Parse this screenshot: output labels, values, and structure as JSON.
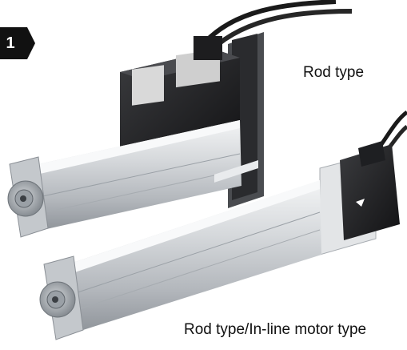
{
  "badge": {
    "text": "1"
  },
  "labels": {
    "rod_type": "Rod type",
    "inline_type": "Rod type/In-line motor type"
  },
  "colors": {
    "badge": "#111111",
    "aluminum_light": "#e6e8ea",
    "aluminum_mid": "#b9bdc2",
    "aluminum_dark": "#7e848b",
    "motor_black": "#1c1c1e"
  },
  "icons": [
    "arrow-badge",
    "servo-motor",
    "cable"
  ]
}
